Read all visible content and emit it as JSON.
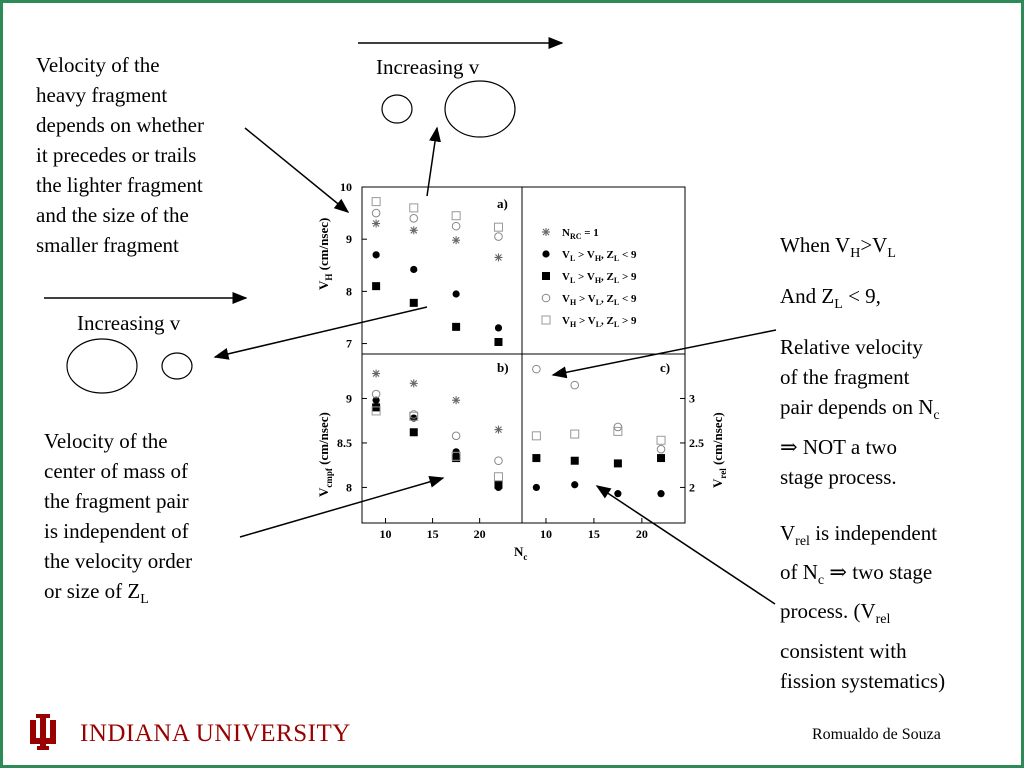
{
  "colors": {
    "frame": "#2e8b57",
    "brand": "#990000"
  },
  "top_label": "Increasing v",
  "left_label": "Increasing v",
  "left_top_text": [
    "Velocity of the",
    "heavy fragment",
    "depends on whether",
    "it precedes or trails",
    "the lighter fragment",
    "and the size of the",
    "smaller fragment"
  ],
  "left_bottom_text": [
    "Velocity of the",
    "center of mass of",
    "the fragment pair",
    "is independent of",
    "the velocity order"
  ],
  "left_bottom_last": {
    "pre": "or size of Z",
    "sub": "L"
  },
  "right_top": {
    "line1": {
      "a": "When V",
      "s1": "H",
      "b": ">V",
      "s2": "L"
    },
    "line2": {
      "a": "And Z",
      "s1": "L",
      "b": " < 9,"
    },
    "lines": [
      "Relative velocity",
      "of the fragment"
    ],
    "line_nc": {
      "a": "pair depends on  N",
      "s": "c"
    },
    "line_not": "⇒ NOT a two",
    "line_last": "stage process."
  },
  "right_bottom": {
    "l1": {
      "a": "V",
      "s": "rel",
      "b": " is independent"
    },
    "l2": {
      "a": "of N",
      "s": "c",
      "b": " ⇒ two stage"
    },
    "l3": {
      "a": "process. (V",
      "s": "rel"
    },
    "l4": "consistent with",
    "l5": "fission systematics)"
  },
  "footer": {
    "university": "INDIANA UNIVERSITY",
    "author": "Romualdo de Souza"
  },
  "chart_data": [
    {
      "type": "scatter",
      "panel": "a)",
      "ylabel": "V_H (cm/nsec)",
      "ylim": [
        6.8,
        10.0
      ],
      "yticks": [
        7,
        8,
        9,
        10
      ],
      "xlim": [
        7.5,
        24.5
      ],
      "series": [
        {
          "name": "N_RC = 1",
          "marker": "star",
          "x": [
            9,
            13,
            17.5,
            22
          ],
          "y": [
            9.3,
            9.17,
            8.98,
            8.65
          ]
        },
        {
          "name": "V_L > V_H, Z_L < 9",
          "marker": "filled-circle",
          "x": [
            9,
            13,
            17.5,
            22
          ],
          "y": [
            8.7,
            8.42,
            7.95,
            7.3
          ]
        },
        {
          "name": "V_L > V_H, Z_L > 9",
          "marker": "filled-square",
          "x": [
            9,
            13,
            17.5,
            22
          ],
          "y": [
            8.1,
            7.78,
            7.32,
            7.03
          ]
        },
        {
          "name": "V_H > V_L, Z_L < 9",
          "marker": "open-circle",
          "x": [
            9,
            13,
            17.5,
            22
          ],
          "y": [
            9.5,
            9.4,
            9.25,
            9.05
          ]
        },
        {
          "name": "V_H > V_L, Z_L > 9",
          "marker": "open-square",
          "x": [
            9,
            13,
            17.5,
            22
          ],
          "y": [
            9.72,
            9.6,
            9.45,
            9.23
          ]
        }
      ]
    },
    {
      "type": "scatter",
      "panel": "b)",
      "ylabel": "V_cmpf (cm/nsec)",
      "xlabel": "N_c",
      "ylim": [
        7.6,
        9.5
      ],
      "yticks": [
        8,
        8.5,
        9
      ],
      "ytick_labels": [
        "8",
        "8.5",
        "9"
      ],
      "xlim": [
        7.5,
        24.5
      ],
      "xticks": [
        10,
        15,
        20
      ],
      "series": [
        {
          "name": "N_RC = 1",
          "marker": "star",
          "x": [
            9,
            13,
            17.5,
            22
          ],
          "y": [
            9.28,
            9.17,
            8.98,
            8.65
          ]
        },
        {
          "name": "V_L > V_H, Z_L < 9",
          "marker": "filled-circle",
          "x": [
            9,
            13,
            17.5,
            22
          ],
          "y": [
            8.98,
            8.78,
            8.4,
            8.0
          ]
        },
        {
          "name": "V_L > V_H, Z_L > 9",
          "marker": "filled-square",
          "x": [
            9,
            13,
            17.5,
            22
          ],
          "y": [
            8.9,
            8.62,
            8.33,
            8.03
          ]
        },
        {
          "name": "V_H > V_L, Z_L < 9",
          "marker": "open-circle",
          "x": [
            9,
            13,
            17.5,
            22
          ],
          "y": [
            9.05,
            8.82,
            8.58,
            8.3
          ]
        },
        {
          "name": "V_H > V_L, Z_L > 9",
          "marker": "open-square",
          "x": [
            9,
            13,
            17.5,
            22
          ],
          "y": [
            8.86,
            8.8,
            8.35,
            8.12
          ]
        }
      ]
    },
    {
      "type": "scatter",
      "panel": "c)",
      "ylabel": "V_rel (cm/nsec)",
      "xlabel": "N_c",
      "ylim": [
        1.6,
        3.5
      ],
      "yticks": [
        2,
        2.5,
        3
      ],
      "ytick_labels": [
        "2",
        "2.5",
        "3"
      ],
      "xlim": [
        7.5,
        24.5
      ],
      "xticks": [
        10,
        15,
        20
      ],
      "series": [
        {
          "name": "V_L > V_H, Z_L < 9",
          "marker": "filled-circle",
          "x": [
            9,
            13,
            17.5,
            22
          ],
          "y": [
            2.0,
            2.03,
            1.93,
            1.93
          ]
        },
        {
          "name": "V_L > V_H, Z_L > 9",
          "marker": "filled-square",
          "x": [
            9,
            13,
            17.5,
            22
          ],
          "y": [
            2.33,
            2.3,
            2.27,
            2.33
          ]
        },
        {
          "name": "V_H > V_L, Z_L < 9",
          "marker": "open-circle",
          "x": [
            9,
            13,
            17.5,
            22
          ],
          "y": [
            3.33,
            3.15,
            2.68,
            2.43
          ]
        },
        {
          "name": "V_H > V_L, Z_L > 9",
          "marker": "open-square",
          "x": [
            9,
            13,
            17.5,
            22
          ],
          "y": [
            2.58,
            2.6,
            2.63,
            2.53
          ]
        }
      ]
    }
  ],
  "legend": {
    "position": "upper-right",
    "entries": [
      {
        "marker": "star",
        "a": "N",
        "s1": "RC",
        "b": " = 1"
      },
      {
        "marker": "filled-circle",
        "a": "V",
        "s1": "L",
        "b": " > V",
        "s2": "H",
        "c": ", Z",
        "s3": "L",
        "d": " < 9"
      },
      {
        "marker": "filled-square",
        "a": "V",
        "s1": "L",
        "b": " > V",
        "s2": "H",
        "c": ", Z",
        "s3": "L",
        "d": " > 9"
      },
      {
        "marker": "open-circle",
        "a": "V",
        "s1": "H",
        "b": " > V",
        "s2": "L",
        "c": ", Z",
        "s3": "L",
        "d": " < 9"
      },
      {
        "marker": "open-square",
        "a": "V",
        "s1": "H",
        "b": " > V",
        "s2": "L",
        "c": ", Z",
        "s3": "L",
        "d": " > 9"
      }
    ]
  },
  "axis_text": {
    "ylabel_a": {
      "a": "V",
      "s": "H",
      "b": " (cm/nsec)"
    },
    "ylabel_b": {
      "a": "V",
      "s": "cmpf",
      "b": " (cm/nsec)"
    },
    "ylabel_c": {
      "a": "V",
      "s": "rel",
      "b": " (cm/nsec)"
    },
    "xlabel": {
      "a": "N",
      "s": "c"
    }
  }
}
